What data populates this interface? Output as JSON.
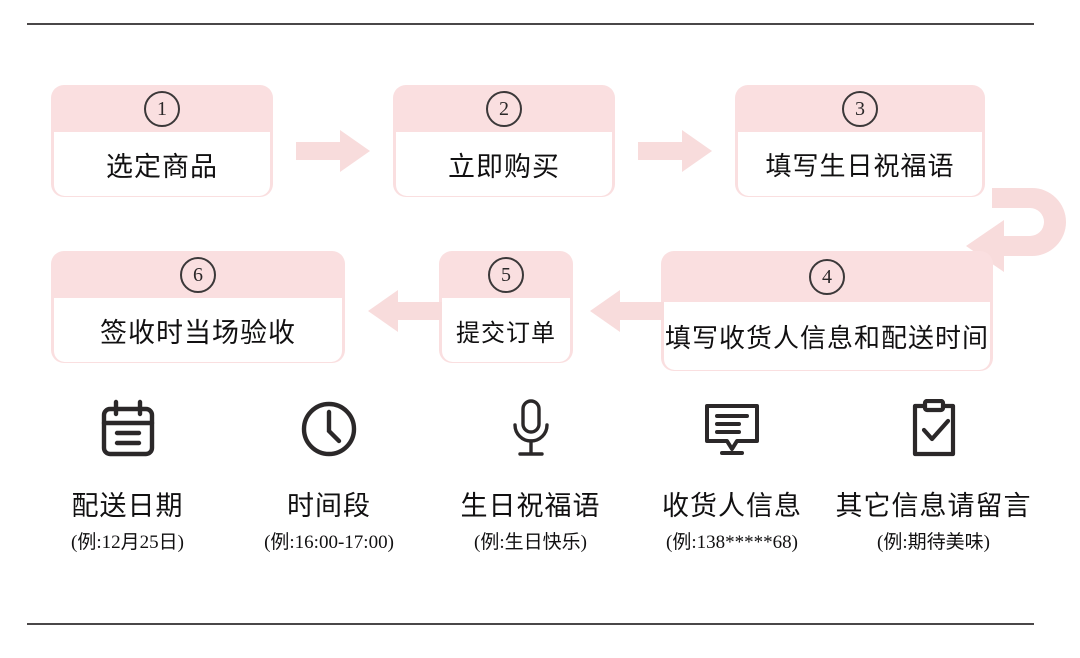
{
  "colors": {
    "accent_pink": "#fadfe0",
    "arrow_pink": "#f8dcdc",
    "rule_gray": "#4a4748",
    "text_dark": "#111011",
    "panel_white": "#ffffff"
  },
  "flow": {
    "steps": [
      {
        "number": "①",
        "digit": "1",
        "label": "选定商品"
      },
      {
        "number": "②",
        "digit": "2",
        "label": "立即购买"
      },
      {
        "number": "③",
        "digit": "3",
        "label": "填写生日祝福语"
      },
      {
        "number": "④",
        "digit": "4",
        "label": "填写收货人信息和配送时间"
      },
      {
        "number": "⑤",
        "digit": "5",
        "label": "提交订单"
      },
      {
        "number": "⑥",
        "digit": "6",
        "label": "签收时当场验收"
      }
    ],
    "arrows": [
      {
        "name": "arrow-step1-to-step2",
        "direction": "right"
      },
      {
        "name": "arrow-step2-to-step3",
        "direction": "right"
      },
      {
        "name": "arrow-step3-to-step4",
        "direction": "u-turn-left"
      },
      {
        "name": "arrow-step4-to-step5",
        "direction": "left"
      },
      {
        "name": "arrow-step5-to-step6",
        "direction": "left"
      }
    ]
  },
  "info_items": [
    {
      "icon": "calendar-icon",
      "title": "配送日期",
      "example": "(例:12月25日)"
    },
    {
      "icon": "clock-icon",
      "title": "时间段",
      "example": "(例:16:00-17:00)"
    },
    {
      "icon": "microphone-icon",
      "title": "生日祝福语",
      "example": "(例:生日快乐)"
    },
    {
      "icon": "message-icon",
      "title": "收货人信息",
      "example": "(例:138*****68)"
    },
    {
      "icon": "clipboard-check-icon",
      "title": "其它信息请留言",
      "example": "(例:期待美味)"
    }
  ]
}
